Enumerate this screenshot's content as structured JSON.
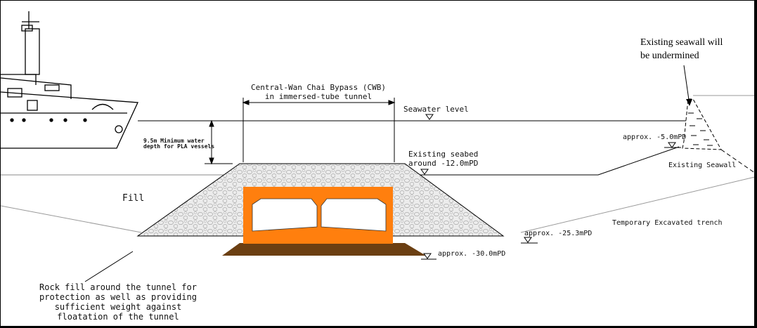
{
  "labels": {
    "cwb_line1": "Central-Wan Chai Bypass (CWB)",
    "cwb_line2": "in immersed-tube tunnel",
    "seawater_level": "Seawater level",
    "min_depth_line1": "9.5m Minimum water",
    "min_depth_line2": "depth for PLA vessels",
    "seabed_line1": "Existing seabed",
    "seabed_line2": "around -12.0mPD",
    "fill": "Fill",
    "level_minus5": "approx. -5.0mPD",
    "existing_seawall": "Existing Seawall",
    "trench": "Temporary Excavated trench",
    "level_minus25": "approx. -25.3mPD",
    "level_minus30": "approx. -30.0mPD",
    "seawall_note_line1": "Existing seawall will",
    "seawall_note_line2": "be undermined",
    "rock_fill_line1": "Rock fill around the tunnel for",
    "rock_fill_line2": "protection as well as providing",
    "rock_fill_line3": "sufficient weight against",
    "rock_fill_line4": "floatation of the tunnel"
  },
  "colors": {
    "tunnel": "#ff7f0e",
    "bedding": "#6b3f12",
    "rock": "#e8e8e8"
  }
}
